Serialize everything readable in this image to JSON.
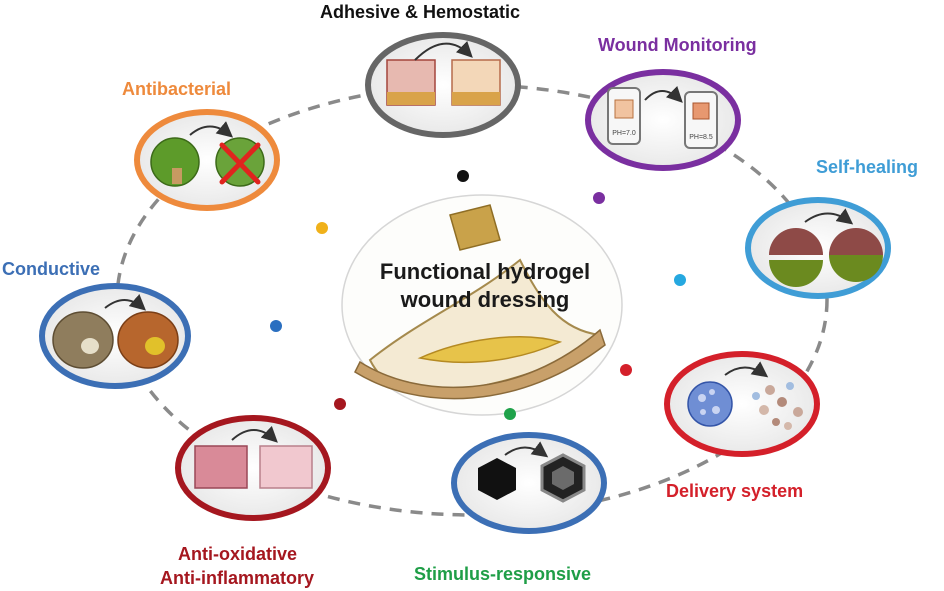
{
  "center": {
    "line1": "Functional hydrogel",
    "line2": "wound dressing"
  },
  "features": [
    {
      "key": "adhesive",
      "label": "Adhesive  & Hemostatic",
      "color": "#111111",
      "ring": "#555555"
    },
    {
      "key": "monitoring",
      "label": "Wound Monitoring",
      "color": "#7a2fa0",
      "ring": "#7a2fa0",
      "screen_left": "PH=7.0",
      "screen_right": "PH=8.5"
    },
    {
      "key": "selfhealing",
      "label": "Self-healing",
      "color": "#3f9dd6",
      "ring": "#3f9dd6"
    },
    {
      "key": "delivery",
      "label": "Delivery system",
      "color": "#d4202a",
      "ring": "#d4202a"
    },
    {
      "key": "stimulus",
      "label": "Stimulus-responsive",
      "color": "#1f9e47",
      "ring": "#3c6fb5"
    },
    {
      "key": "antioxidative",
      "label1": "Anti-oxidative",
      "label2": "Anti-inflammatory",
      "color": "#a5171f",
      "ring": "#a5171f"
    },
    {
      "key": "conductive",
      "label": "Conductive",
      "color": "#3c6fb5",
      "ring": "#3c6fb5"
    },
    {
      "key": "antibacterial",
      "label": "Antibacterial",
      "color": "#ee8a3c",
      "ring": "#ee8a3c"
    }
  ],
  "dot_colors": [
    "#111111",
    "#7a2fa0",
    "#25a8e0",
    "#d4202a",
    "#1fa24a",
    "#a5171f",
    "#2a6fc0",
    "#f0b11a"
  ]
}
